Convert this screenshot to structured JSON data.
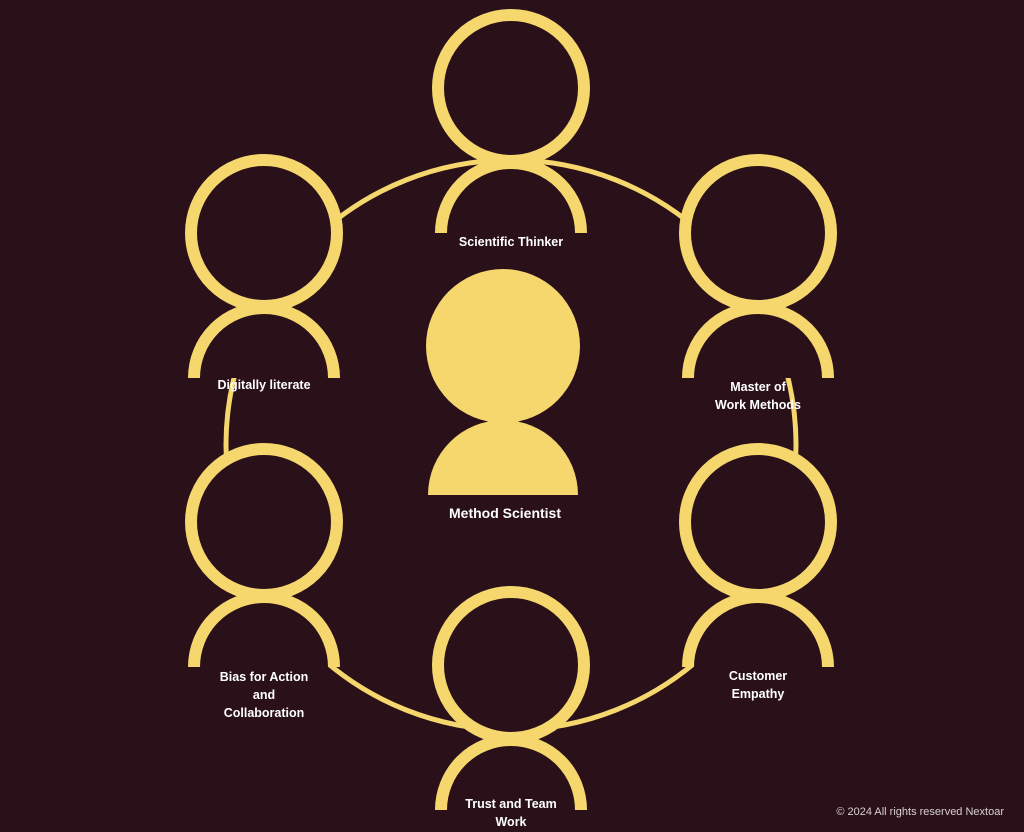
{
  "colors": {
    "background": "#2a1119",
    "accent": "#f5d76e",
    "text": "#ffffff"
  },
  "center": {
    "label": "Method Scientist",
    "icon": "person-filled-icon"
  },
  "roles": [
    {
      "lines": [
        "Scientific Thinker"
      ]
    },
    {
      "lines": [
        "Master of",
        "Work Methods"
      ]
    },
    {
      "lines": [
        "Customer",
        "Empathy"
      ]
    },
    {
      "lines": [
        "Trust and Team",
        "Work"
      ]
    },
    {
      "lines": [
        "Bias for Action",
        "and",
        "Collaboration"
      ]
    },
    {
      "lines": [
        "Digitally literate"
      ]
    }
  ],
  "footer": {
    "copyright": "© 2024 All rights reserved Nextoar"
  }
}
